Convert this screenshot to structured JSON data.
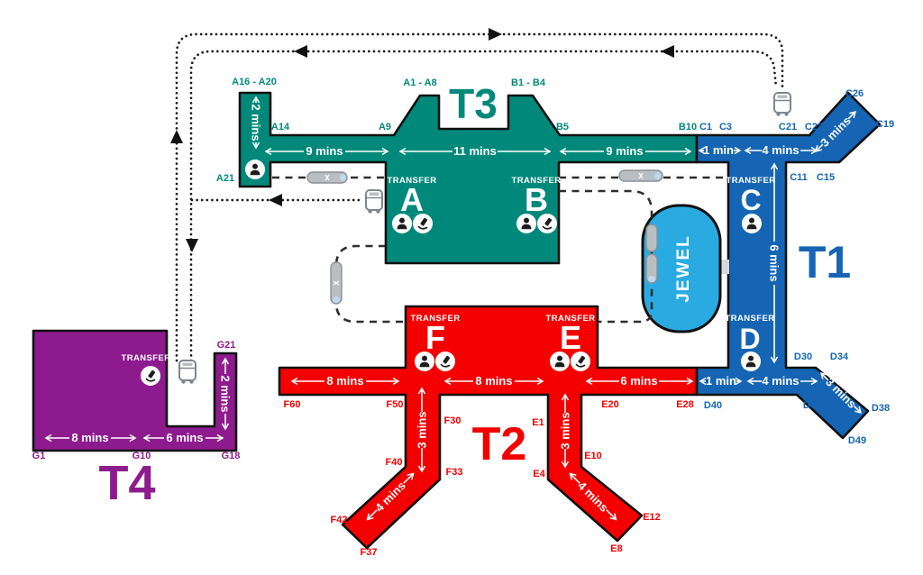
{
  "transfer_label": "TRANSFER",
  "jewel_label": "JEWEL",
  "terminals": {
    "t1": "T1",
    "t2": "T2",
    "t3": "T3",
    "t4": "T4"
  },
  "transfers": {
    "a": "A",
    "b": "B",
    "c": "C",
    "d": "D",
    "e": "E",
    "f": "F"
  },
  "gates": {
    "a16a20": "A16 - A20",
    "a14": "A14",
    "a1a8": "A1 - A8",
    "a9": "A9",
    "b1b4": "B1 - B4",
    "b5": "B5",
    "b10": "B10",
    "a21": "A21",
    "c1": "C1",
    "c3": "C3",
    "c21": "C21",
    "c23": "C23",
    "c26": "C26",
    "c19": "C19",
    "c11": "C11",
    "c15": "C15",
    "d30": "D30",
    "d34": "D34",
    "d40": "D40",
    "d46": "D46",
    "d38": "D38",
    "d49": "D49",
    "f60": "F60",
    "f50": "F50",
    "f30": "F30",
    "f40": "F40",
    "f33": "F33",
    "f42": "F42",
    "f37": "F37",
    "e1": "E1",
    "e4": "E4",
    "e10": "E10",
    "e20": "E20",
    "e28": "E28",
    "e12": "E12",
    "e8": "E8",
    "g1": "G1",
    "g10": "G10",
    "g18": "G18",
    "g21": "G21"
  },
  "times": {
    "t3_wing": "2 mins",
    "t3_seg1": "9 mins",
    "t3_seg2": "11 mins",
    "t3_seg3": "9 mins",
    "t1_top1": "1 min",
    "t1_top2": "4 mins",
    "t1_top3": "3 mins",
    "t1_col": "6 mins",
    "t1_bot1": "1 min",
    "t1_bot2": "4 mins",
    "t1_bot3": "3 mins",
    "t2_seg1": "8 mins",
    "t2_seg2": "8 mins",
    "t2_seg3": "6 mins",
    "t2_fcol": "3 mins",
    "t2_farm": "4 mins",
    "t2_ecol": "3 mins",
    "t2_earm": "4 mins",
    "t4_seg1": "8 mins",
    "t4_seg2": "6 mins",
    "t4_col": "2 mins"
  },
  "colors": {
    "t1": "#1565B4",
    "t2": "#F50000",
    "t3": "#00897B",
    "t4": "#8E1B8E",
    "jewel": "#29ABE2"
  }
}
